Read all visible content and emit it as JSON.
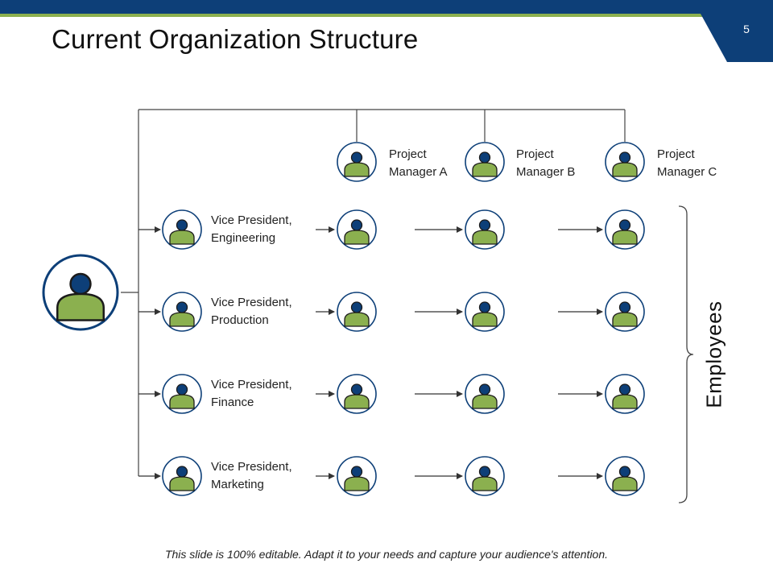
{
  "slide": {
    "title": "Current Organization Structure",
    "page_number": "5",
    "footer": "This slide is 100% editable. Adapt it to your needs and capture your audience's attention."
  },
  "colors": {
    "navy": "#0d3f78",
    "green_accent": "#8bb04f",
    "person_body": "#8bb04f",
    "person_head": "#0d3f78",
    "connector": "#444444"
  },
  "icons": {
    "person": "person-icon",
    "arrow": "arrow-right-icon",
    "brace": "right-brace-icon"
  },
  "project_managers": [
    {
      "line1": "Project",
      "line2": "Manager A"
    },
    {
      "line1": "Project",
      "line2": "Manager B"
    },
    {
      "line1": "Project",
      "line2": "Manager C"
    }
  ],
  "vice_presidents": [
    {
      "line1": "Vice President,",
      "line2": "Engineering"
    },
    {
      "line1": "Vice President,",
      "line2": "Production"
    },
    {
      "line1": "Vice President,",
      "line2": "Finance"
    },
    {
      "line1": "Vice President,",
      "line2": "Marketing"
    }
  ],
  "employees_label": "Employees"
}
